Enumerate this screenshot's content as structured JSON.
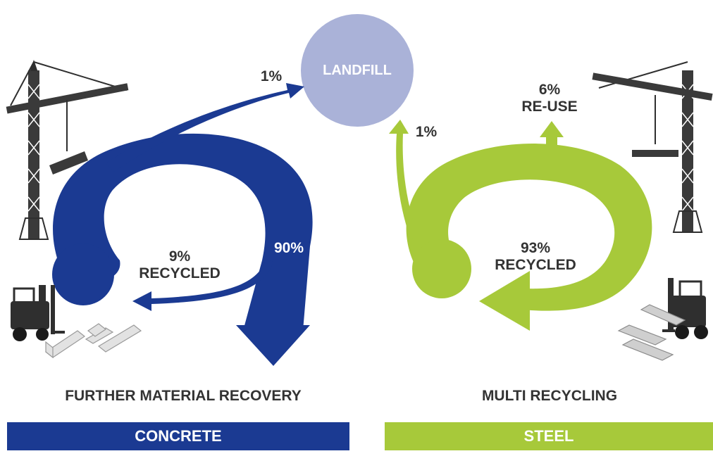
{
  "colors": {
    "concrete": "#1b3a92",
    "steel": "#a7c93a",
    "landfill": "#aab2d8",
    "text": "#333333",
    "illustration": "#2f2f2f"
  },
  "landfill": {
    "label": "LANDFILL"
  },
  "concrete": {
    "to_landfill": "1%",
    "recycled_pct": "9%",
    "recycled_label": "RECYCLED",
    "recovery_pct": "90%",
    "heading": "FURTHER MATERIAL RECOVERY",
    "bar_label": "CONCRETE"
  },
  "steel": {
    "reuse_pct": "6%",
    "reuse_label": "RE-USE",
    "to_landfill": "1%",
    "recycled_pct": "93%",
    "recycled_label": "RECYCLED",
    "heading": "MULTI RECYCLING",
    "bar_label": "STEEL"
  },
  "icons": [
    "tower-crane-icon",
    "forklift-icon",
    "concrete-block-icon",
    "steel-beam-icon"
  ]
}
